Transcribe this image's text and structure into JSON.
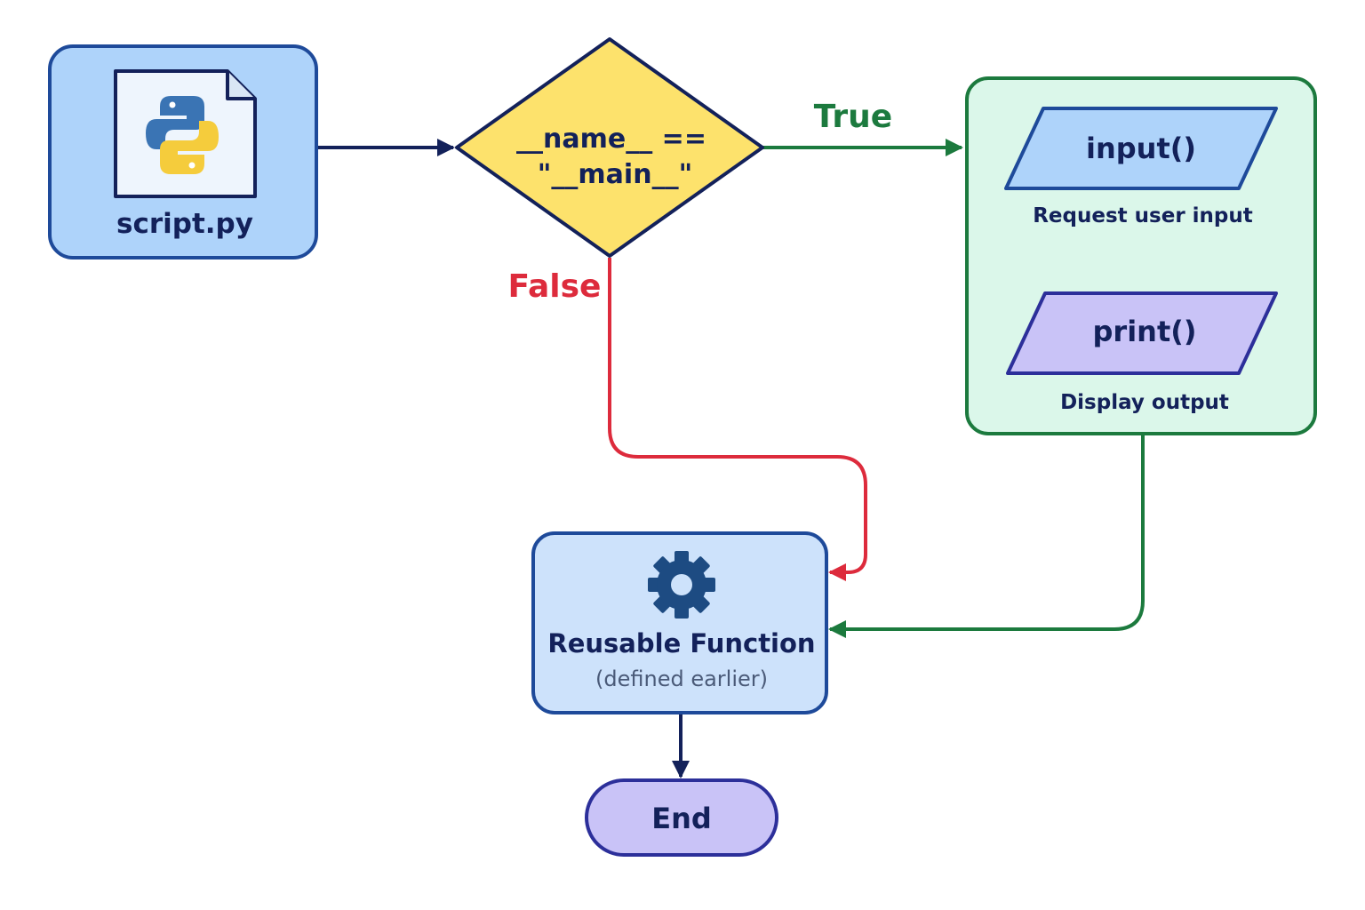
{
  "nodes": {
    "script": {
      "label": "script.py"
    },
    "decision": {
      "line1": "__name__ ==",
      "line2": "\"__main__\""
    },
    "input": {
      "label": "input()",
      "caption": "Request user input"
    },
    "print": {
      "label": "print()",
      "caption": "Display output"
    },
    "function": {
      "title": "Reusable Function",
      "subtitle": "(defined earlier)"
    },
    "end": {
      "label": "End"
    }
  },
  "edges": {
    "true_label": "True",
    "false_label": "False"
  },
  "colors": {
    "navy": "#13215a",
    "blue_fill": "#aed3fa",
    "blue_stroke": "#1e4a9a",
    "decision_fill": "#fde26c",
    "true_green": "#1c7a3e",
    "green_panel_fill": "#dbf7ea",
    "false_red": "#dd2b3c",
    "purple_fill": "#c9c3f7",
    "purple_stroke": "#2c2f9a",
    "func_fill": "#cde2fb",
    "python_blue": "#3a74b4",
    "python_yellow": "#f5cc3c"
  },
  "icons": {
    "script": "python-file-icon",
    "function": "gear-icon"
  }
}
